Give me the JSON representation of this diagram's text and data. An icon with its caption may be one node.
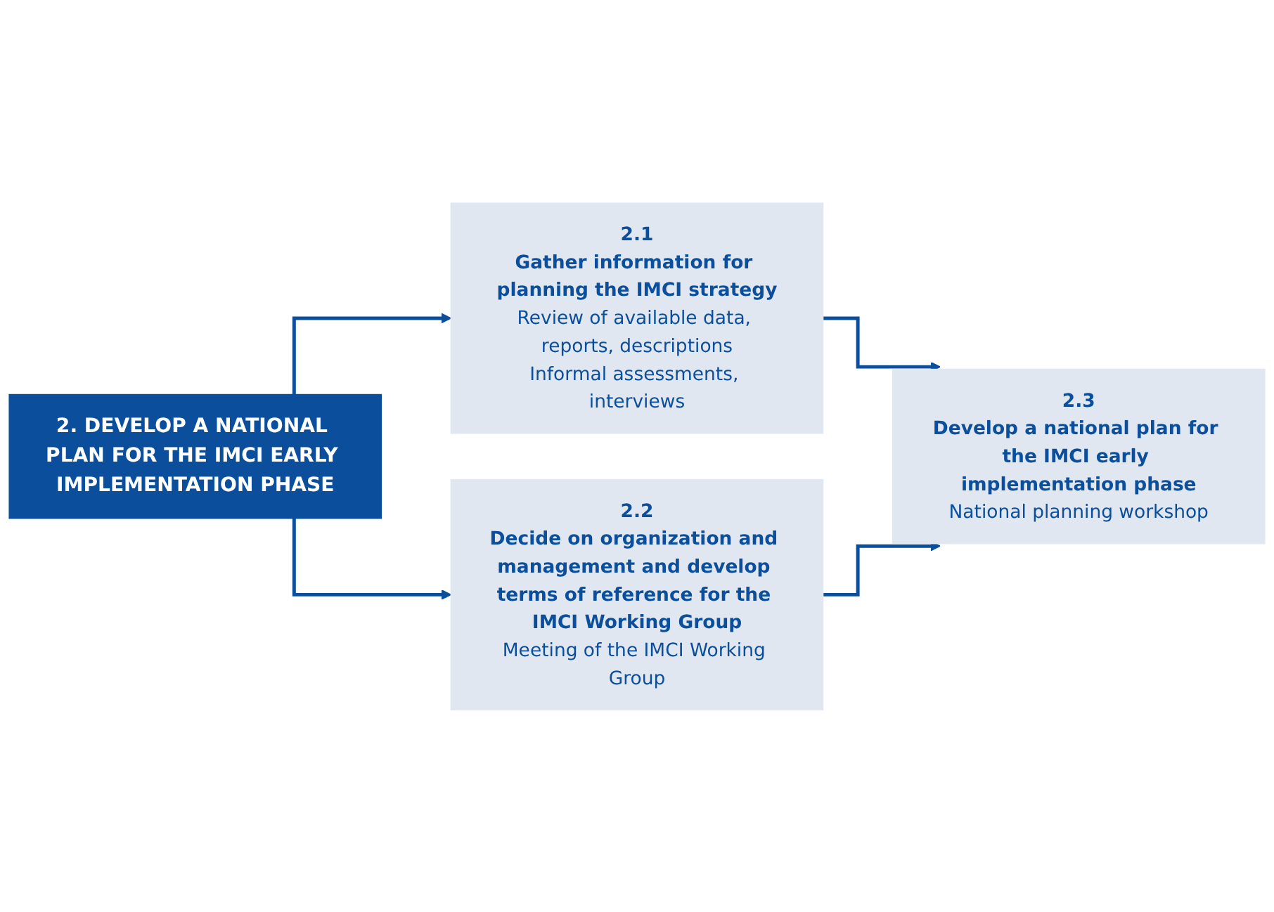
{
  "diagram": {
    "nodes": [
      {
        "text": [
          "2. DEVELOP A NATIONAL PLAN FOR THE IMCI EARLY IMPLEMENTATION PHASE"
        ]
      },
      {
        "text": [
          "2.1",
          "Gather information for planning the IMCI strategy",
          "Review of available data, reports, descriptions",
          "Informal assessments, interviews"
        ]
      },
      {
        "text": [
          "2.2",
          "Decide on organization and management and develop terms of reference for the IMCI Working Group",
          "Meeting of the IMCI Working Group"
        ]
      },
      {
        "text": [
          "2.3",
          "Develop a national plan for the IMCI early implementation phase",
          "National planning workshop"
        ]
      }
    ],
    "edges": [
      {
        "from": 0,
        "to": 1,
        "arrow": "to"
      },
      {
        "from": 0,
        "to": 2,
        "arrow": "to"
      },
      {
        "from": 1,
        "to": 3,
        "arrow": "to"
      },
      {
        "from": 2,
        "to": 3,
        "arrow": "to"
      }
    ]
  }
}
